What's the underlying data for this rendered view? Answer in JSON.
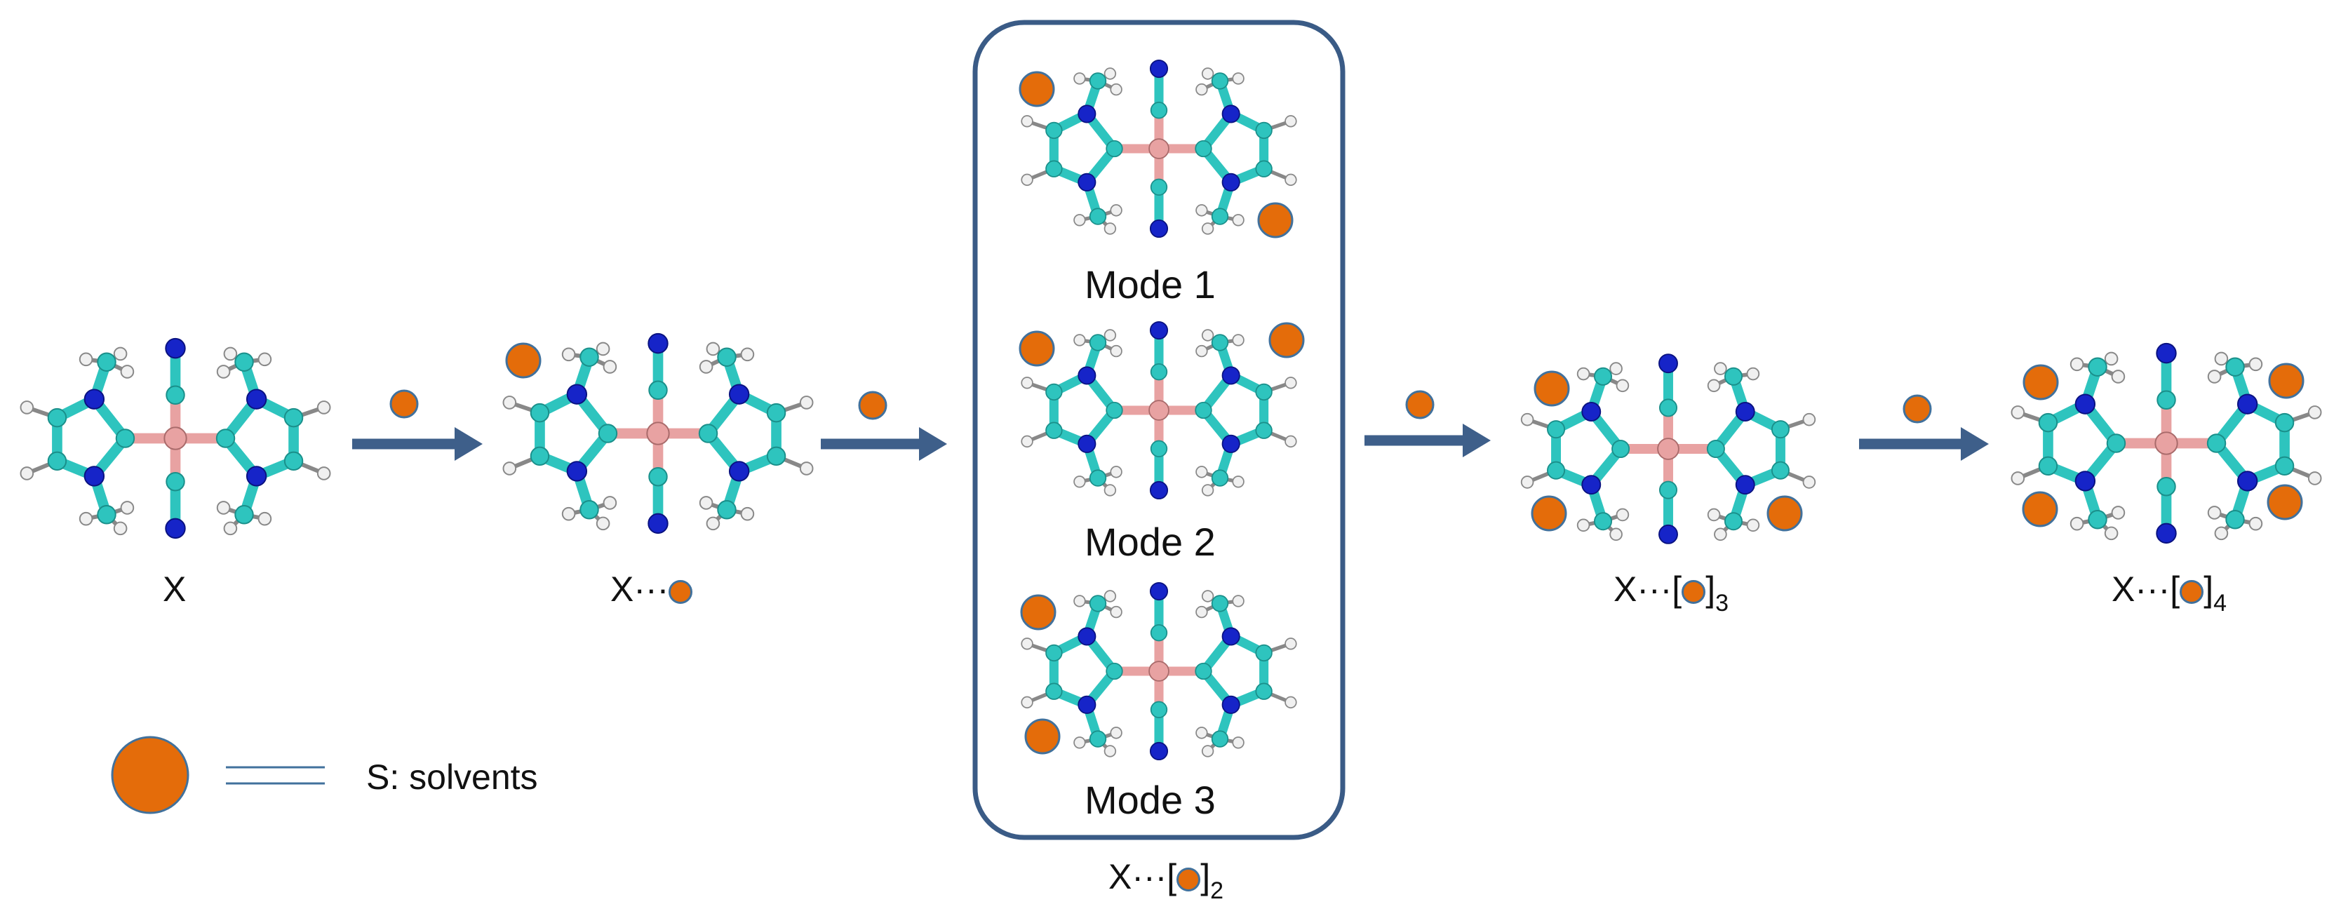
{
  "colors": {
    "solvent_fill": "#e46c0a",
    "solvent_stroke": "#41719c",
    "arrow": "#3e5f8a",
    "box_border": "#3a5b86",
    "carbon": "#2ec4be",
    "nitrogen": "#1624c8",
    "metal": "#e8a2a2",
    "hydrogen": "#f0f0f0",
    "hydrogen_edge": "#888888"
  },
  "labels": {
    "x": "X",
    "x_s": "X···",
    "x_s2_prefix": "X···[",
    "x_s2_suffix": "]",
    "x_s2_sub": "2",
    "x_s3_prefix": "X···[",
    "x_s3_suffix": "]",
    "x_s3_sub": "3",
    "x_s4_prefix": "X···[",
    "x_s4_suffix": "]",
    "x_s4_sub": "4"
  },
  "modes": [
    "Mode 1",
    "Mode 2",
    "Mode 3"
  ],
  "legend": {
    "text": "S: solvents"
  },
  "structures": [
    {
      "name": "x",
      "solvent_count": 0
    },
    {
      "name": "x-s1",
      "solvent_count": 1
    },
    {
      "name": "mode-1",
      "solvent_count": 2
    },
    {
      "name": "mode-2",
      "solvent_count": 2
    },
    {
      "name": "mode-3",
      "solvent_count": 2
    },
    {
      "name": "x-s3",
      "solvent_count": 3
    },
    {
      "name": "x-s4",
      "solvent_count": 4
    }
  ]
}
